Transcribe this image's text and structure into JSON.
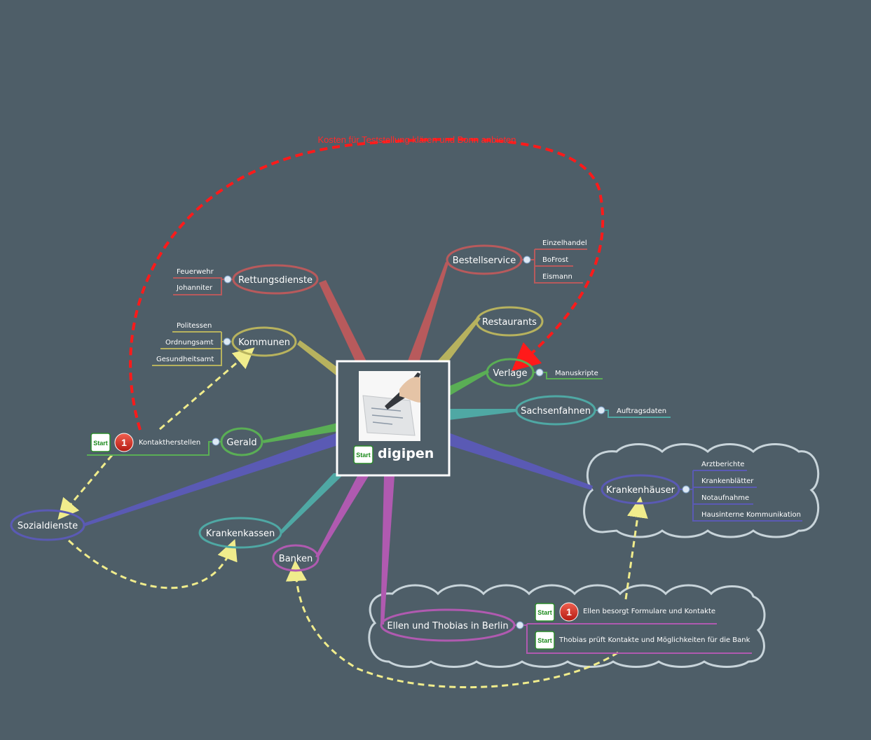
{
  "central": {
    "title": "digipen",
    "badge": "Start"
  },
  "annotation": {
    "text": "Kosten für Teststellung klären und Bonn anbieten",
    "color": "#ff1a1a"
  },
  "topics": {
    "rettungsdienste": {
      "label": "Rettungsdienste",
      "color": "#b85a5c",
      "children": [
        "Feuerwehr",
        "Johanniter"
      ]
    },
    "kommunen": {
      "label": "Kommunen",
      "color": "#b7b25e",
      "children": [
        "Politessen",
        "Ordnungsamt",
        "Gesundheitsamt"
      ]
    },
    "gerald": {
      "label": "Gerald",
      "color": "#5aae55",
      "children": [
        "Kontaktherstellen"
      ],
      "badge": "Start",
      "priority": "1"
    },
    "sozialdienste": {
      "label": "Sozialdienste",
      "color": "#5a5ab4"
    },
    "krankenkassen": {
      "label": "Krankenkassen",
      "color": "#4fa8a4"
    },
    "banken": {
      "label": "Banken",
      "color": "#b05ab0"
    },
    "ellen": {
      "label": "Ellen und Thobias in Berlin",
      "color": "#b05ab0",
      "children": [
        "Ellen besorgt Formulare und Kontakte",
        "Thobias prüft Kontakte und Möglichkeiten für die Bank"
      ],
      "badges": [
        "Start",
        "Start"
      ],
      "priority": "1"
    },
    "bestellservice": {
      "label": "Bestellservice",
      "color": "#b85a5c",
      "children": [
        "Einzelhandel",
        "BoFrost",
        "Eismann"
      ]
    },
    "restaurants": {
      "label": "Restaurants",
      "color": "#b7b25e"
    },
    "verlage": {
      "label": "Verlage",
      "color": "#5aae55",
      "children": [
        "Manuskripte"
      ]
    },
    "sachsenfahnen": {
      "label": "Sachsenfahnen",
      "color": "#4fa8a4",
      "children": [
        "Auftragsdaten"
      ]
    },
    "krankenhaeuser": {
      "label": "Krankenhäuser",
      "color": "#5a5ab4",
      "children": [
        "Arztberichte",
        "Krankenblätter",
        "Notaufnahme",
        "Hausinterne Kommunikation"
      ]
    }
  },
  "colors": {
    "background": "#4e5e68",
    "relationship": "#f0ec8c",
    "cloud": "#c8d4da"
  }
}
